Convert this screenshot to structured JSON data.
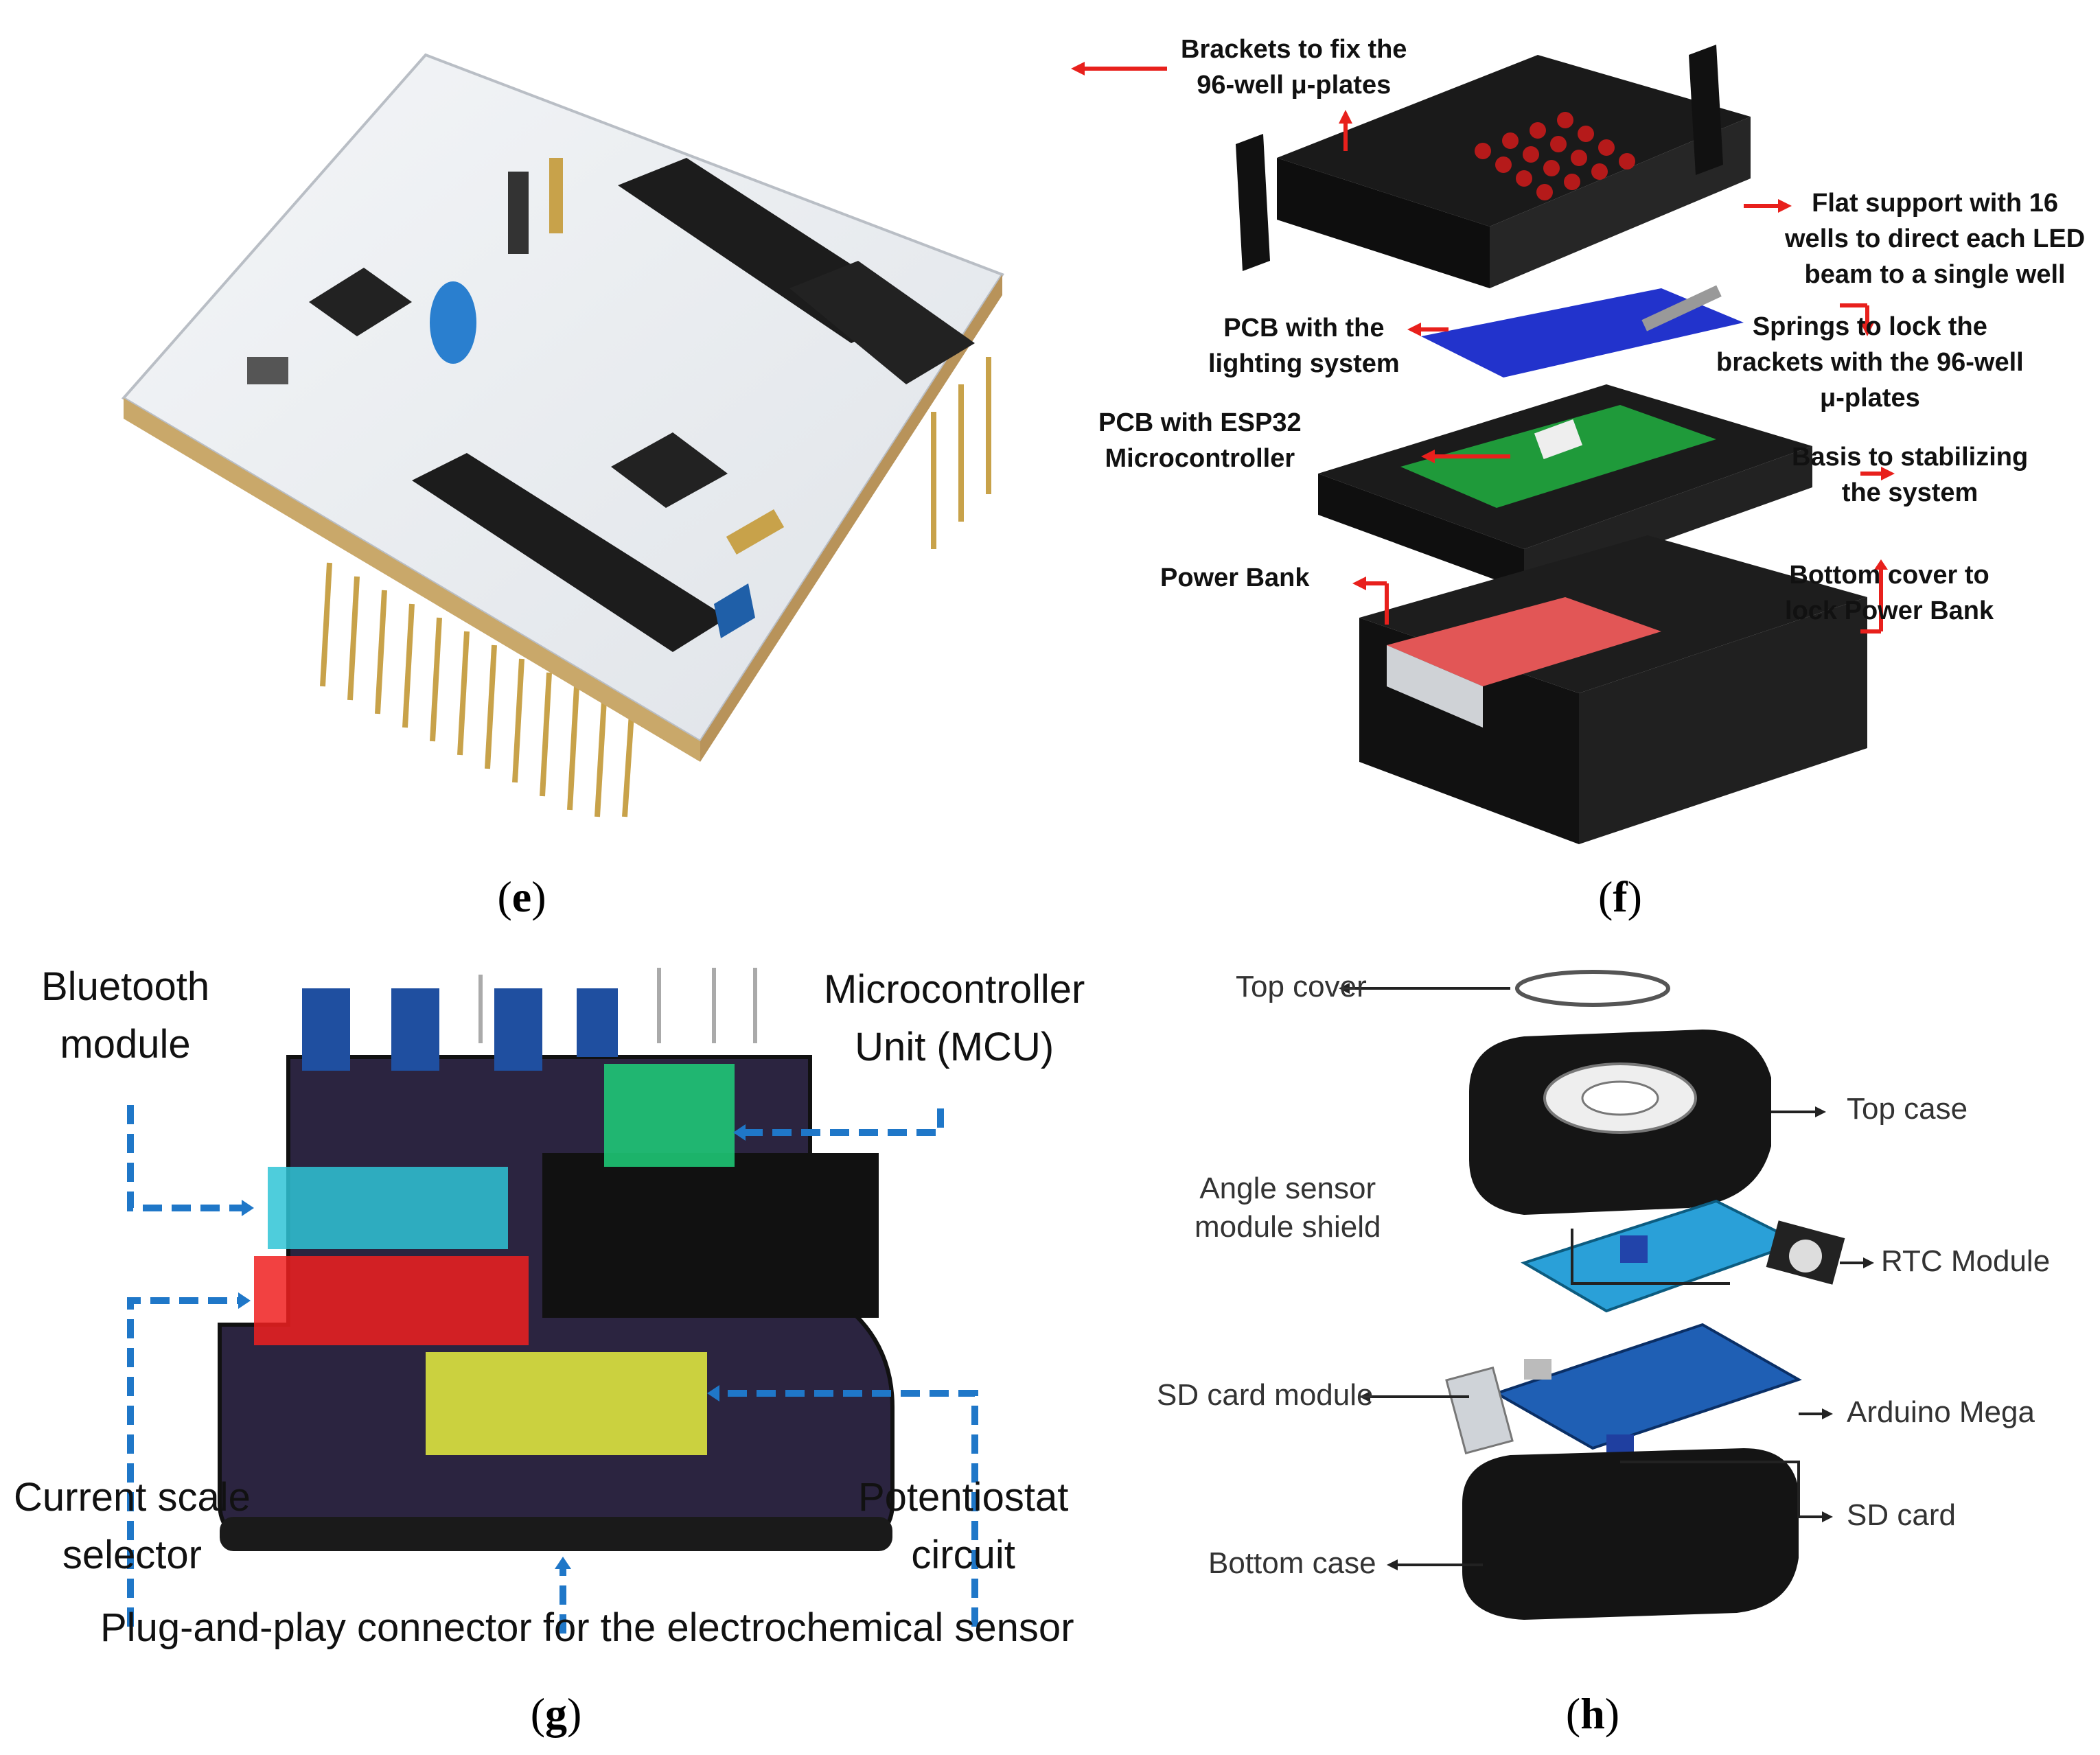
{
  "panels": {
    "e": {
      "caption": "e"
    },
    "f": {
      "caption": "f",
      "labels": {
        "brackets_line1": "Brackets to fix the",
        "brackets_line2": "96-well μ-plates",
        "flat_line1": "Flat support with 16",
        "flat_line2": "wells to direct each LED",
        "flat_line3": "beam to a single well",
        "pcb_light_line1": "PCB with the",
        "pcb_light_line2": "lighting system",
        "springs_line1": "Springs to lock the",
        "springs_line2": "brackets with the 96-well",
        "springs_line3": "μ-plates",
        "pcb_esp_line1": "PCB with ESP32",
        "pcb_esp_line2": "Microcontroller",
        "basis_line1": "Basis to stabilizing",
        "basis_line2": "the system",
        "power_bank": "Power Bank",
        "bottom_line1": "Bottom cover to",
        "bottom_line2": "lock Power Bank"
      }
    },
    "g": {
      "caption": "g",
      "labels": {
        "bluetooth_line1": "Bluetooth",
        "bluetooth_line2": "module",
        "mcu_line1": "Microcontroller",
        "mcu_line2": "Unit (MCU)",
        "current_line1": "Current scale",
        "current_line2": "selector",
        "potentiostat_line1": "Potentiostat",
        "potentiostat_line2": "circuit",
        "connector": "Plug-and-play connector for the electrochemical sensor"
      }
    },
    "h": {
      "caption": "h",
      "labels": {
        "top_cover": "Top cover",
        "top_case": "Top case",
        "angle_line1": "Angle sensor",
        "angle_line2": "module shield",
        "rtc": "RTC Module",
        "sd_module": "SD card module",
        "arduino": "Arduino Mega",
        "sd_card": "SD card",
        "bottom_case": "Bottom case"
      }
    }
  },
  "colors": {
    "red_arrow": "#e8201c",
    "blue_dash": "#1f77c8",
    "bluetooth_hl": "#2fc4d6",
    "mcu_hl": "#1fd07a",
    "current_hl": "#f02020",
    "potentiostat_hl": "#e8f040"
  }
}
